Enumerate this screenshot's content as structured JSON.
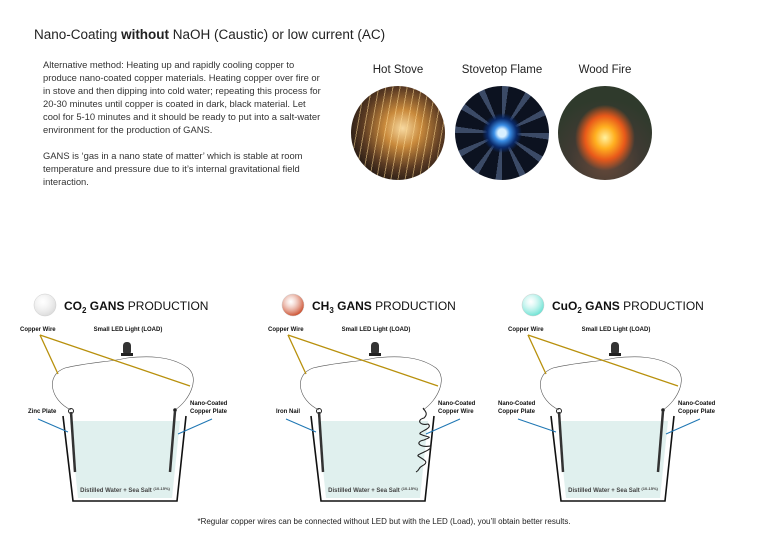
{
  "header": {
    "title_pre": "Nano-Coating ",
    "title_bold": "without",
    "title_post": " NaOH (Caustic) or low current (AC)"
  },
  "description": {
    "paragraph1": "Alternative method: Heating up and rapidly cooling copper to produce nano-coated copper materials. Heating copper over fire or in stove and then dipping into cold water; repeating this process for 20-30 minutes until copper is coated in dark, black material. Let cool for 5-10 minutes and it should be ready to put into a salt-water environment for the production of GANS.",
    "paragraph2": "GANS is ‘gas in a nano state of matter’ which is stable at room temperature and pressure due to it’s internal gravitational field interaction."
  },
  "photos": [
    {
      "label": "Hot Stove"
    },
    {
      "label": "Stovetop Flame"
    },
    {
      "label": "Wood Fire"
    }
  ],
  "panels": [
    {
      "formula_main": "CO",
      "formula_sub": "2",
      "title_bold": " GANS",
      "title_rest": " PRODUCTION",
      "color": "#d9d9d9",
      "wire_label": "Copper Wire",
      "led_label": "Small LED Light (LOAD)",
      "left_label": [
        "Zinc Plate"
      ],
      "right_label": [
        "Nano-Coated",
        "Copper Plate"
      ],
      "right_type": "plate",
      "water_label": "Distilled Water + Sea Salt",
      "water_sup": "(10-15%)"
    },
    {
      "formula_main": "CH",
      "formula_sub": "3",
      "title_bold": " GANS",
      "title_rest": " PRODUCTION",
      "color": "#c8401c",
      "wire_label": "Copper Wire",
      "led_label": "Small LED Light (LOAD)",
      "left_label": [
        "Iron Nail"
      ],
      "right_label": [
        "Nano-Coated",
        "Copper Wire"
      ],
      "right_type": "coil",
      "water_label": "Distilled Water + Sea Salt",
      "water_sup": "(10-15%)"
    },
    {
      "formula_main": "CuO",
      "formula_sub": "2",
      "title_bold": " GANS",
      "title_rest": " PRODUCTION",
      "color": "#5fe0d0",
      "wire_label": "Copper Wire",
      "led_label": "Small LED Light (LOAD)",
      "left_label": [
        "Nano-Coated",
        "Copper Plate"
      ],
      "right_label": [
        "Nano-Coated",
        "Copper Plate"
      ],
      "right_type": "plate",
      "water_label": "Distilled Water + Sea Salt",
      "water_sup": "(10-15%)"
    }
  ],
  "footnote": "*Regular copper wires can be connected without LED but with the LED (Load), you’ll obtain better results.",
  "colors": {
    "copper_line": "#b8900c",
    "pointer_line": "#1f77b4",
    "water": "#e0f0ee"
  }
}
